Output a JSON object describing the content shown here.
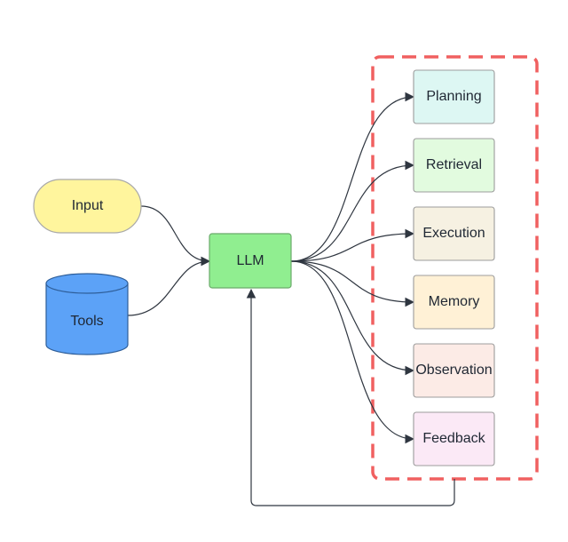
{
  "nodes": {
    "input": {
      "label": "Input",
      "fill": "#FFF59D",
      "stroke": "#A9A9A9"
    },
    "tools": {
      "label": "Tools",
      "fill": "#5CA2F7",
      "stroke": "#2E5E99"
    },
    "llm": {
      "label": "LLM",
      "fill": "#90EE90",
      "stroke": "#6BAA6B"
    }
  },
  "modules": [
    {
      "label": "Planning",
      "fill": "#DDF7F3",
      "stroke": "#9C9C9C"
    },
    {
      "label": "Retrieval",
      "fill": "#E2FBDF",
      "stroke": "#9C9C9C"
    },
    {
      "label": "Execution",
      "fill": "#F6F1E2",
      "stroke": "#9C9C9C"
    },
    {
      "label": "Memory",
      "fill": "#FFF1D6",
      "stroke": "#9C9C9C"
    },
    {
      "label": "Observation",
      "fill": "#FCEBE6",
      "stroke": "#9C9C9C"
    },
    {
      "label": "Feedback",
      "fill": "#FBE9F6",
      "stroke": "#9C9C9C"
    }
  ],
  "group": {
    "stroke": "#F06060"
  },
  "edges": [
    {
      "from": "Input",
      "to": "LLM"
    },
    {
      "from": "Tools",
      "to": "LLM"
    },
    {
      "from": "LLM",
      "to": "Planning"
    },
    {
      "from": "LLM",
      "to": "Retrieval"
    },
    {
      "from": "LLM",
      "to": "Execution"
    },
    {
      "from": "LLM",
      "to": "Memory"
    },
    {
      "from": "LLM",
      "to": "Observation"
    },
    {
      "from": "LLM",
      "to": "Feedback"
    },
    {
      "from": "module-group",
      "to": "LLM"
    }
  ],
  "edge_color": "#2F3640"
}
